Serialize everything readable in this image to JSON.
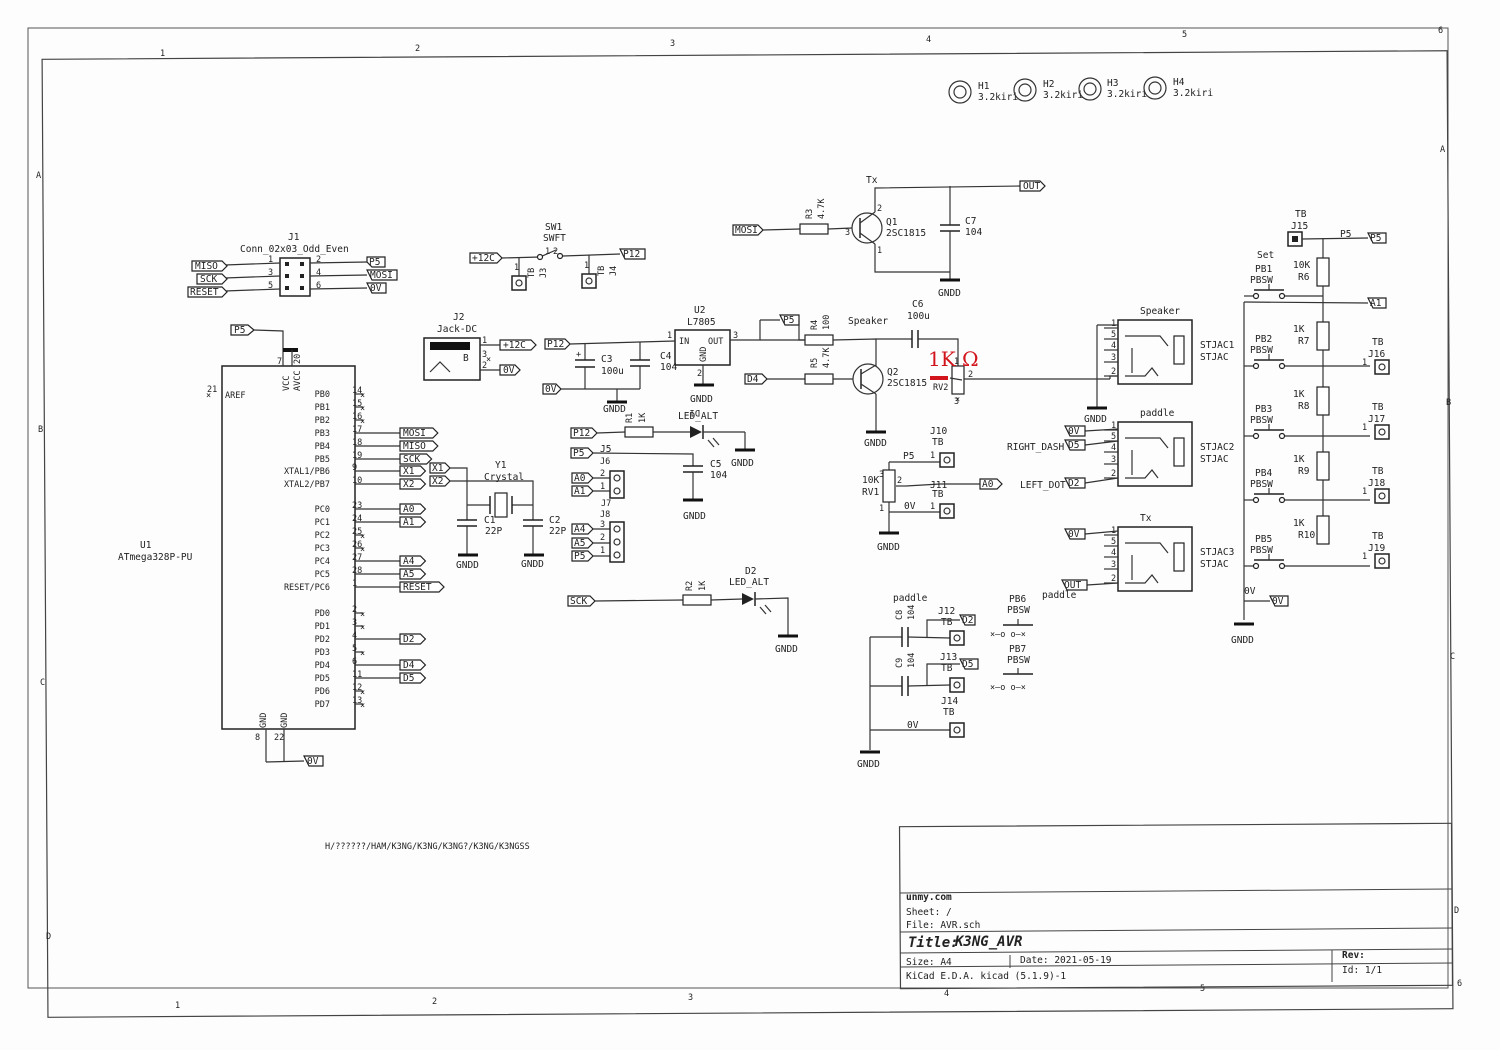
{
  "title_block": {
    "company": "unmy.com",
    "sheet": "Sheet: /",
    "file": "File: AVR.sch",
    "title_label": "Title:",
    "title": "K3NG_AVR",
    "size": "Size: A4",
    "date": "Date: 2021-05-19",
    "rev_label": "Rev:",
    "tool": "KiCad E.D.A.  kicad (5.1.9)-1",
    "id": "Id: 1/1"
  },
  "path_note": "H/??????/HAM/K3NG/K3NG/K3NG?/K3NG/K3NGSS",
  "annotation": "1K Ω",
  "frame": {
    "cols_top": [
      "1",
      "2",
      "3",
      "4",
      "5",
      "6"
    ],
    "cols_bottom": [
      "1",
      "2",
      "3",
      "4",
      "5",
      "6"
    ],
    "rows": [
      "A",
      "B",
      "C",
      "D"
    ]
  },
  "mounting_holes": [
    {
      "ref": "H1",
      "val": "3.2kiri"
    },
    {
      "ref": "H2",
      "val": "3.2kiri"
    },
    {
      "ref": "H3",
      "val": "3.2kiri"
    },
    {
      "ref": "H4",
      "val": "3.2kiri"
    }
  ],
  "j1": {
    "ref": "J1",
    "val": "Conn_02x03_Odd_Even",
    "pins": [
      "1",
      "2",
      "3",
      "4",
      "5",
      "6"
    ],
    "left_nets": [
      "MISO",
      "SCK",
      "RESET"
    ],
    "right_nets": [
      "P5",
      "MOSI",
      "0V"
    ]
  },
  "u1": {
    "ref": "U1",
    "val": "ATmega328P-PU",
    "power_net": "P5",
    "gnd_net": "0V",
    "top_pins": [
      {
        "num": "7",
        "name": "VCC"
      },
      {
        "num": "20",
        "name": "AVCC"
      }
    ],
    "bottom_pins": [
      {
        "num": "8",
        "name": "GND"
      },
      {
        "num": "22",
        "name": "GND"
      }
    ],
    "aref": {
      "num": "21",
      "name": "AREF"
    },
    "right_pins": [
      {
        "name": "PB0",
        "num": "14",
        "net": ""
      },
      {
        "name": "PB1",
        "num": "15",
        "net": ""
      },
      {
        "name": "PB2",
        "num": "16",
        "net": ""
      },
      {
        "name": "PB3",
        "num": "17",
        "net": "MOSI"
      },
      {
        "name": "PB4",
        "num": "18",
        "net": "MISO"
      },
      {
        "name": "PB5",
        "num": "19",
        "net": "SCK"
      },
      {
        "name": "XTAL1/PB6",
        "num": "9",
        "net": "X1"
      },
      {
        "name": "XTAL2/PB7",
        "num": "10",
        "net": "X2"
      },
      {
        "name": "PC0",
        "num": "23",
        "net": "A0"
      },
      {
        "name": "PC1",
        "num": "24",
        "net": "A1"
      },
      {
        "name": "PC2",
        "num": "25",
        "net": ""
      },
      {
        "name": "PC3",
        "num": "26",
        "net": ""
      },
      {
        "name": "PC4",
        "num": "27",
        "net": "A4"
      },
      {
        "name": "PC5",
        "num": "28",
        "net": "A5"
      },
      {
        "name": "RESET/PC6",
        "num": "1",
        "net": "RESET"
      },
      {
        "name": "PD0",
        "num": "2",
        "net": ""
      },
      {
        "name": "PD1",
        "num": "3",
        "net": ""
      },
      {
        "name": "PD2",
        "num": "4",
        "net": "D2"
      },
      {
        "name": "PD3",
        "num": "5",
        "net": ""
      },
      {
        "name": "PD4",
        "num": "6",
        "net": "D4"
      },
      {
        "name": "PD5",
        "num": "11",
        "net": "D5"
      },
      {
        "name": "PD6",
        "num": "12",
        "net": ""
      },
      {
        "name": "PD7",
        "num": "13",
        "net": ""
      }
    ]
  },
  "crystal": {
    "ref": "Y1",
    "val": "Crystal",
    "nets": [
      "X1",
      "X2"
    ],
    "c1": "C1",
    "c1v": "22P",
    "c2": "C2",
    "c2v": "22P",
    "gnd": "GNDD"
  },
  "sw1": {
    "ref": "SW1",
    "val": "SWFT",
    "net_in": "+12C",
    "net_out": "P12",
    "j3": "J3",
    "j4": "J4",
    "tb": "TB",
    "p1": "1",
    "p2": "2",
    "p3": "1"
  },
  "j2": {
    "ref": "J2",
    "val": "Jack-DC",
    "net1": "+12C",
    "net2": "0V",
    "pins": [
      "1",
      "3",
      "2"
    ],
    "b": "B"
  },
  "reg": {
    "ref": "U2",
    "val": "L7805",
    "in": "IN",
    "out": "OUT",
    "gnd": "GND",
    "p1": "1",
    "p2": "2",
    "p3": "3",
    "net_in": "P12",
    "net_out": "P5",
    "net_0v": "0V",
    "c3": "C3",
    "c3v": "100u",
    "c4": "C4",
    "c4v": "104",
    "gnd_lbl": "GNDD"
  },
  "led1": {
    "r": "R1",
    "rv": "1K",
    "d": "D1",
    "dv": "LED_ALT",
    "net": "P12",
    "gnd": "GNDD"
  },
  "j5": {
    "ref": "J5",
    "j6": "J6",
    "net": "P5",
    "c5": "C5",
    "c5v": "104",
    "gnd": "GNDD"
  },
  "j7": {
    "ref": "J7",
    "nets": [
      "A0",
      "A1"
    ],
    "p": [
      "2",
      "1"
    ]
  },
  "j8": {
    "ref": "J8",
    "nets": [
      "A4",
      "A5",
      "P5"
    ],
    "p": [
      "3",
      "2",
      "1"
    ]
  },
  "led2": {
    "r": "R2",
    "rv": "1K",
    "d": "D2",
    "dv": "LED_ALT",
    "net": "SCK",
    "gnd": "GNDD"
  },
  "tx": {
    "label": "Tx",
    "r3": "R3",
    "r3v": "4.7K",
    "q1": "Q1",
    "q1v": "2SC1815",
    "c7": "C7",
    "c7v": "104",
    "net_in": "MOSI",
    "net_out": "OUT",
    "gnd": "GNDD",
    "pins": [
      "1",
      "2",
      "3"
    ]
  },
  "speaker": {
    "label": "Speaker",
    "r4": "R4",
    "r4v": "100",
    "r5": "R5",
    "r5v": "4.7K",
    "q2": "Q2",
    "q2v": "2SC1815",
    "c6": "C6",
    "c6v": "100u",
    "rv2": "RV2",
    "net_p5": "P5",
    "net_d4": "D4",
    "gnd": "GNDD",
    "rv_pins": [
      "1",
      "2",
      "3"
    ]
  },
  "rv1": {
    "ref": "RV1",
    "val": "10K",
    "j10": "J10",
    "j11": "J11",
    "tb": "TB",
    "net_p5": "P5",
    "net_a0": "A0",
    "net_0v": "0V",
    "gnd": "GNDD"
  },
  "paddle_caps": {
    "label": "paddle",
    "c8": "C8",
    "c8v": "104",
    "c9": "C9",
    "c9v": "104",
    "j12": "J12",
    "j13": "J13",
    "j14": "J14",
    "tb": "TB",
    "net_d2": "D2",
    "net_d5": "D5",
    "net_0v": "0V",
    "gnd": "GNDD"
  },
  "pb67": {
    "pb6": "PB6",
    "pb7": "PB7",
    "val": "PBSW"
  },
  "jacks": [
    {
      "title": "Speaker",
      "ref": "STJAC1",
      "val": "STJAC",
      "pins": [
        "1",
        "5",
        "4",
        "3",
        "2"
      ]
    },
    {
      "title": "paddle",
      "ref": "STJAC2",
      "val": "STJAC",
      "pins": [
        "1",
        "5",
        "4",
        "3",
        "2"
      ],
      "net0": "0V",
      "net_r": "RIGHT_DASH",
      "net_r2": "D5",
      "net_l": "LEFT_DOT",
      "net_l2": "D2"
    },
    {
      "title": "Tx",
      "ref": "STJAC3",
      "val": "STJAC",
      "pins": [
        "1",
        "5",
        "4",
        "3",
        "2"
      ],
      "net0": "0V",
      "net_out": "OUT",
      "extra": "paddle"
    }
  ],
  "jack_gnd": "GNDD",
  "ladder": {
    "j15": "J15",
    "tb": "TB",
    "net_p5": "P5",
    "net_a1": "A1",
    "net_0v": "0V",
    "gnd": "GNDD",
    "set": "Set",
    "pbsw": "PBSW",
    "pbs": [
      "PB1",
      "PB2",
      "PB3",
      "PB4",
      "PB5"
    ],
    "resistors": [
      {
        "ref": "R6",
        "val": "10K"
      },
      {
        "ref": "R7",
        "val": "1K"
      },
      {
        "ref": "R8",
        "val": "1K"
      },
      {
        "ref": "R9",
        "val": "1K"
      },
      {
        "ref": "R10",
        "val": "1K"
      }
    ],
    "tbs": [
      "J16",
      "J17",
      "J18",
      "J19"
    ]
  }
}
